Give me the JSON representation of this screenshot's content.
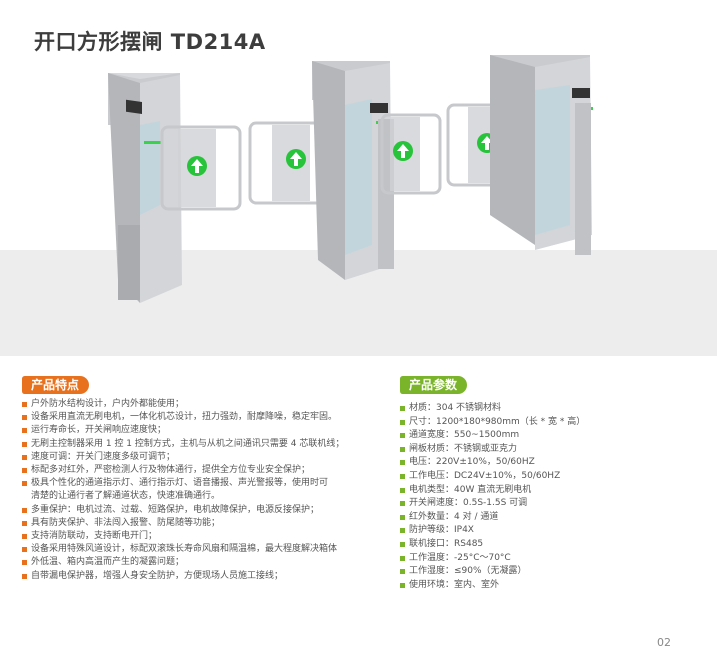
{
  "title": "开口方形摆闸 TD214A",
  "features_heading": "产品特点",
  "features": [
    "户外防水结构设计，户内外都能使用；",
    "设备采用直流无刷电机，一体化机芯设计，扭力强劲，耐摩降噪，稳定牢固。",
    "运行寿命长，开关闸响应速度快；",
    "无刷主控制器采用 1 控 1 控制方式，主机与从机之间通讯只需要 4 芯联机线；",
    "速度可调：开关门速度多级可调节；",
    "标配多对红外，严密检测人行及物体通行，提供全方位专业安全保护；",
    "极具个性化的通道指示灯、通行指示灯、语音播报、声光警报等，使用时可",
    "清楚的让通行者了解通道状态，快速准确通行。",
    "多重保护：电机过流、过载、短路保护，电机故障保护，电源反接保护；",
    "具有防夹保护、非法闯入报警、防尾随等功能；",
    "支持消防联动，支持断电开门；",
    "设备采用特殊风道设计，标配双滚珠长寿命风扇和隔温棉，最大程度解决箱体",
    "外低温、箱内高温而产生的凝露问题；",
    "自带漏电保护器，增强人身安全防护，方便现场人员施工接线；"
  ],
  "specs_heading": "产品参数",
  "specs": [
    "材质：304 不锈钢材料",
    "尺寸：1200*180*980mm（长 * 宽 * 高）",
    "通道宽度：550~1500mm",
    "闸板材质：不锈钢或亚克力",
    "电压：220V±10%，50/60HZ",
    "工作电压：DC24V±10%，50/60HZ",
    "电机类型：40W 直流无刷电机",
    "开关闸速度：0.5S-1.5S 可调",
    "红外数量：4 对 / 通道",
    "防护等级：IP4X",
    "联机接口：RS485",
    "工作温度：-25°C～70°C",
    "工作湿度：≤90%（无凝露）",
    "使用环境：室内、室外"
  ],
  "page_number": "02",
  "colors": {
    "orange": "#e8711e",
    "green": "#7ab42a",
    "arrow_green": "#27c33a"
  }
}
